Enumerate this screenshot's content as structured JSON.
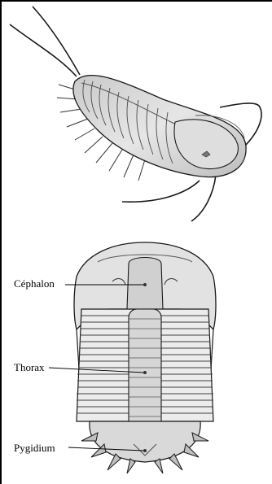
{
  "figure": {
    "labels": {
      "cephalon": "Céphalon",
      "thorax": "Thorax",
      "pygidium": "Pygidium"
    },
    "colors": {
      "outline": "#1a1a1a",
      "body_fill": "#d4d4d4",
      "shell_fill": "#e2e2e2",
      "shadow": "#9a9a9a"
    }
  }
}
